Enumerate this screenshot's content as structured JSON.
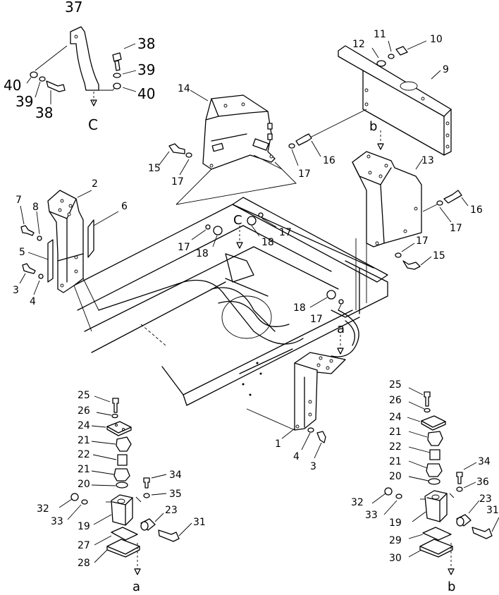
{
  "callouts": {
    "n37": "37",
    "n38a": "38",
    "n39a": "39",
    "n40a": "40",
    "n40b": "40",
    "n39b": "39",
    "n38b": "38",
    "c_top": "C",
    "n10": "10",
    "n11": "11",
    "n12": "12",
    "n9": "9",
    "n14": "14",
    "n15a": "15",
    "n17a": "17",
    "n17b": "17",
    "n16a": "16",
    "b_top": "b",
    "n13": "13",
    "n16b": "16",
    "n17c": "17",
    "n17d": "17",
    "n15b": "15",
    "n7": "7",
    "n8": "8",
    "n2": "2",
    "n6": "6",
    "n5": "5",
    "n3a": "3",
    "n4a": "4",
    "c_mid": "C",
    "n17e": "17",
    "n18a": "18",
    "n18b": "18",
    "n17f": "17",
    "n18c": "18",
    "n17g": "17",
    "a_top": "a",
    "n1": "1",
    "n4b": "4",
    "n3b": "3",
    "l25": "25",
    "l26": "26",
    "l24": "24",
    "l21a": "21",
    "l22": "22",
    "l21b": "21",
    "l20": "20",
    "l34": "34",
    "l35": "35",
    "l32": "32",
    "l33": "33",
    "l19": "19",
    "l23": "23",
    "l31": "31",
    "l27": "27",
    "l28": "28",
    "a_bot": "a",
    "r25": "25",
    "r26": "26",
    "r24": "24",
    "r21a": "21",
    "r22": "22",
    "r21b": "21",
    "r20": "20",
    "r34": "34",
    "r36": "36",
    "r32": "32",
    "r33": "33",
    "r23": "23",
    "r31": "31",
    "r19": "19",
    "r29": "29",
    "r30": "30",
    "b_bot": "b"
  }
}
